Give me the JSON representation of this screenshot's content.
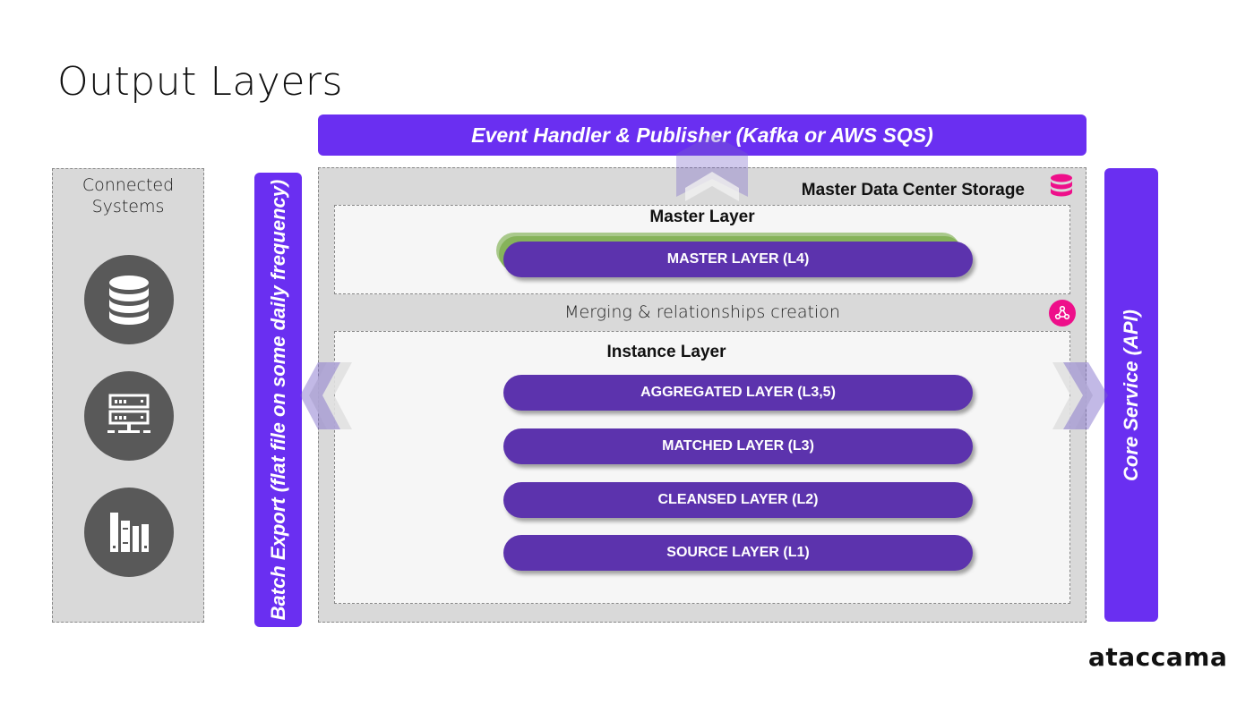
{
  "title": "Output Layers",
  "event_handler": {
    "label": "Event Handler & Publisher (Kafka or AWS SQS)"
  },
  "connected_systems": {
    "title": "Connected Systems",
    "icons": [
      "database-icon",
      "server-icon",
      "library-icon"
    ]
  },
  "batch_export": {
    "label": "Batch Export (flat file on some daily frequency)"
  },
  "core_service": {
    "label": "Core Service (API)"
  },
  "storage": {
    "title": "Master Data Center Storage",
    "icon": "database-icon",
    "master_section": {
      "title": "Master Layer",
      "layers": [
        {
          "label": "MASTER LAYER (L4)"
        }
      ]
    },
    "merging": {
      "label": "Merging & relationships creation",
      "icon": "network-icon"
    },
    "instance_section": {
      "title": "Instance Layer",
      "layers": [
        {
          "label": "AGGREGATED LAYER (L3,5)"
        },
        {
          "label": "MATCHED LAYER (L3)"
        },
        {
          "label": "CLEANSED LAYER (L2)"
        },
        {
          "label": "SOURCE LAYER (L1)"
        }
      ]
    }
  },
  "colors": {
    "bar_purple": "#6a2ff1",
    "pill_purple": "#5c33ad",
    "accent_pink": "#ee0f8a",
    "green": "#86b35a",
    "icon_gray": "#595959",
    "panel_gray": "#d9d9d9"
  },
  "logo": "ataccama"
}
